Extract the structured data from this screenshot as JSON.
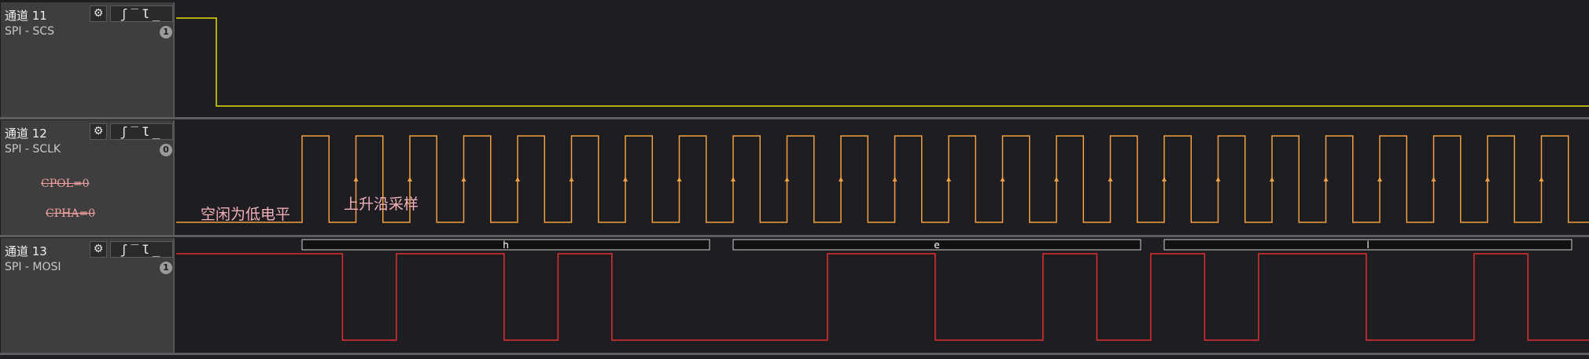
{
  "channels": [
    {
      "name": "通道 11",
      "label": "SPI - SCS",
      "badge": "1",
      "color": "#e0e000"
    },
    {
      "name": "通道 12",
      "label": "SPI - SCLK",
      "badge": "0",
      "color": "#f0a040"
    },
    {
      "name": "通道 13",
      "label": "SPI - MOSI",
      "badge": "1",
      "color": "#e03030"
    }
  ],
  "controls": {
    "gear": "⚙",
    "trigger": "ʃ‾Ɩ_"
  },
  "decoded_bytes": [
    "h",
    "e",
    "l"
  ],
  "annotations": {
    "cpol": "CPOL=0",
    "cpha": "CPHA=0",
    "idle": "空闲为低电平",
    "rising": "上升沿采样"
  },
  "signals": {
    "scs_fall_fraction": 0.022,
    "sclk_first_edge": 160,
    "sclk_period": 68.5,
    "sclk_cycles": 24,
    "mosi_bits": [
      1,
      0,
      1,
      1,
      0,
      1,
      0,
      0,
      0,
      0,
      1,
      1,
      0,
      0,
      1,
      0,
      1,
      0,
      1,
      1,
      0,
      0,
      1,
      0
    ]
  }
}
